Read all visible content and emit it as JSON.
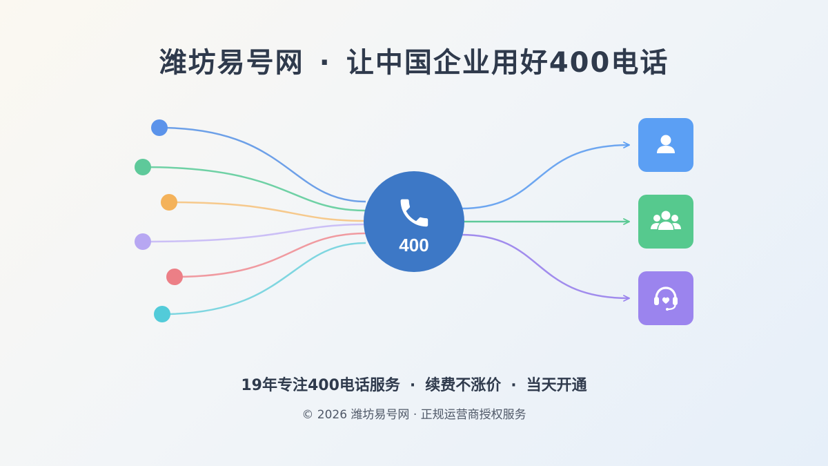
{
  "header": {
    "brand": "潍坊易号网",
    "separator": "·",
    "slogan": "让中国企业用好400电话"
  },
  "hub": {
    "label": "400",
    "icon": "phone-icon",
    "color": "#3d78c6"
  },
  "sources": [
    {
      "color": "#5b93ea"
    },
    {
      "color": "#5ec99a"
    },
    {
      "color": "#f4b25a"
    },
    {
      "color": "#b7a7f2"
    },
    {
      "color": "#ec7f86"
    },
    {
      "color": "#52cbd9"
    }
  ],
  "destinations": [
    {
      "icon": "user-icon",
      "color": "#5b9ff4"
    },
    {
      "icon": "group-icon",
      "color": "#56c98e"
    },
    {
      "icon": "headset-icon",
      "color": "#9b84ee"
    }
  ],
  "tagline": {
    "items": [
      "19年专注400电话服务",
      "续费不涨价",
      "当天开通"
    ],
    "separator": "·"
  },
  "footer": {
    "text": "© 2026 潍坊易号网 · 正规运营商授权服务"
  }
}
